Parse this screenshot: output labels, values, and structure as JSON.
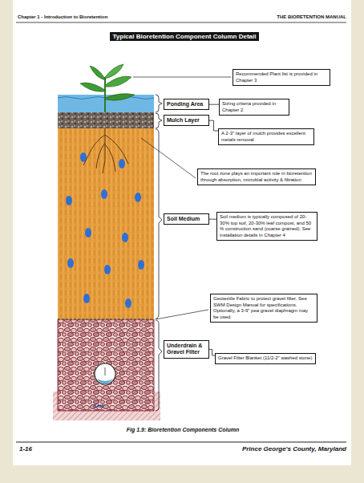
{
  "diagram": {
    "title": "Typical Bioretention Component Column Detail",
    "caption": "Fig 1.9: Bioretention Components Column",
    "nodes": [
      {
        "text": [
          "Recommended Plant list is provided in Chapter 3"
        ]
      },
      {
        "text": [
          "Ponding Area"
        ]
      },
      {
        "text": [
          "Sizing criteria provided in Chapter 2"
        ]
      },
      {
        "text": [
          "Mulch Layer"
        ]
      },
      {
        "text": [
          "A 2-3\" layer of mulch provides excellent metals removal"
        ]
      },
      {
        "text": [
          "The root zone plays an important role in bioretention through absorption, microbial activity & filtration"
        ]
      },
      {
        "text": [
          "Soil Medium"
        ]
      },
      {
        "text": [
          "Soil medium is typically composed of 20-30% top soil, 20-30% leaf compost, and 50 % construction sand (coarse grained). See installation details in Chapter 4"
        ]
      },
      {
        "text": [
          "Geotextile Fabric to protect gravel filter. See SWM Design Manual for specifications. Optionally, a 3-9\" pea gravel diaphragm may be used"
        ]
      },
      {
        "text": [
          "Underdrain & Gravel Filter"
        ]
      },
      {
        "text": [
          "Gravel Filter Blanket (11/2-2\" washed stone)"
        ]
      }
    ],
    "edges": [
      {
        "from": 1,
        "to": 2,
        "arrow": "none"
      },
      {
        "from": 3,
        "to": 4,
        "arrow": "none"
      },
      {
        "from": 6,
        "to": 7,
        "arrow": "none"
      },
      {
        "from": 9,
        "to": 10,
        "arrow": "none"
      }
    ],
    "labels": [
      "Chapter 1 - Introduction to Bioretention",
      "THE BIORETENTION MANUAL",
      "DAW",
      "1-16",
      "Prince George's County, Maryland"
    ]
  }
}
